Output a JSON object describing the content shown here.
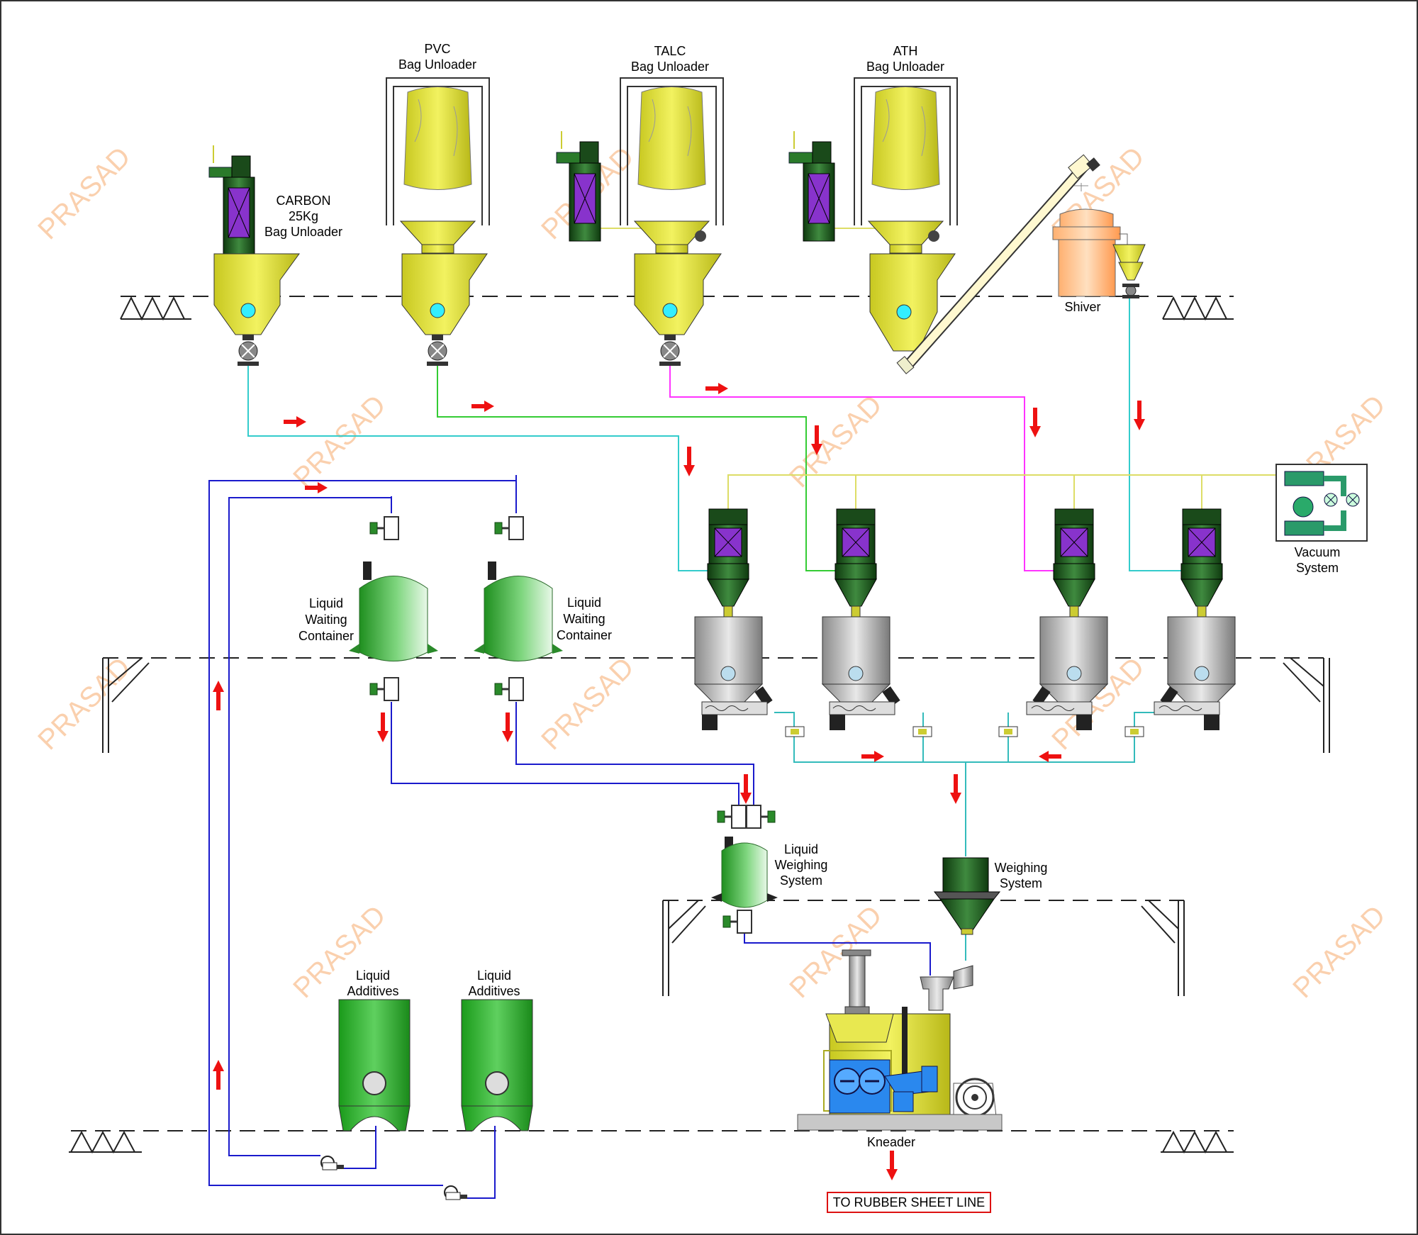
{
  "labels": {
    "pvc_l1": "PVC",
    "pvc_l2": "Bag Unloader",
    "talc_l1": "TALC",
    "talc_l2": "Bag Unloader",
    "ath_l1": "ATH",
    "ath_l2": "Bag Unloader",
    "carbon_l1": "CARBON",
    "carbon_l2": "25Kg",
    "carbon_l3": "Bag Unloader",
    "shiver": "Shiver",
    "vacuum_l1": "Vacuum",
    "vacuum_l2": "System",
    "lwc1_l1": "Liquid",
    "lwc1_l2": "Waiting",
    "lwc1_l3": "Container",
    "lwc2_l1": "Liquid",
    "lwc2_l2": "Waiting",
    "lwc2_l3": "Container",
    "lws_l1": "Liquid",
    "lws_l2": "Weighing",
    "lws_l3": "System",
    "ws_l1": "Weighing",
    "ws_l2": "System",
    "la1_l1": "Liquid",
    "la1_l2": "Additives",
    "la2_l1": "Liquid",
    "la2_l2": "Additives",
    "kneader": "Kneader",
    "final": "TO RUBBER SHEET LINE"
  },
  "watermark": "PRASAD",
  "colors": {
    "carbon_line": "#33cccc",
    "pvc_line": "#33cc33",
    "talc_line": "#ff33ff",
    "shiver_line": "#33cccc",
    "vacuum_line": "#dddd66",
    "liquid_line": "#1a1acc",
    "feed_line": "#33bbbb",
    "arrow": "#ee1111",
    "bag": "#e0e040",
    "hopper_green": "#1a5a1a",
    "filter_purple": "#8833cc",
    "tank_green": "#33aa33",
    "shiver_orange": "#ffbb88",
    "kneader_blue": "#2288ee"
  }
}
